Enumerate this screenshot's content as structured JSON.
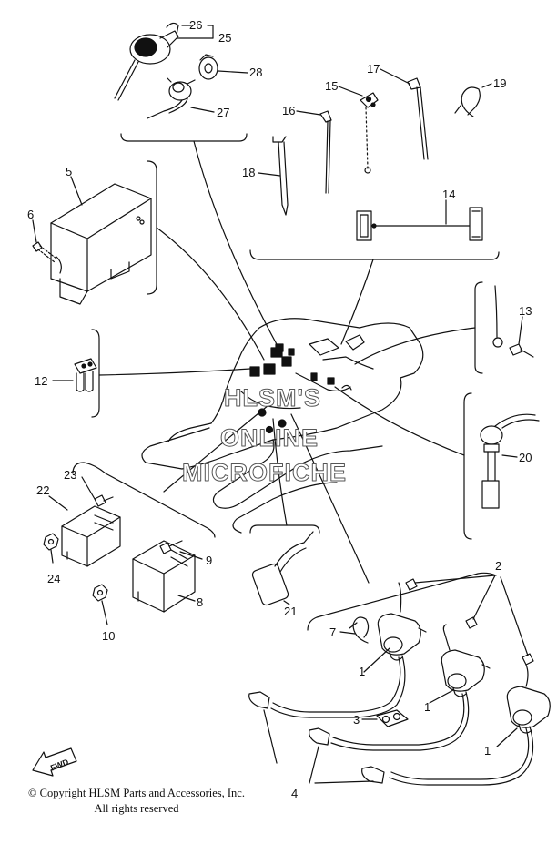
{
  "watermark": {
    "line1": "HLSM'S",
    "line2": "ONLINE",
    "line3": "MICROFICHE"
  },
  "copyright": {
    "line1": "© Copyright HLSM Parts and Accessories, Inc.",
    "line2": "All rights reserved"
  },
  "fwd_label": "FWD",
  "callouts": {
    "c1a": "1",
    "c1b": "1",
    "c1c": "1",
    "c2": "2",
    "c3": "3",
    "c4": "4",
    "c5": "5",
    "c6": "6",
    "c7": "7",
    "c8": "8",
    "c9": "9",
    "c10": "10",
    "c12": "12",
    "c13": "13",
    "c14": "14",
    "c15": "15",
    "c16": "16",
    "c17": "17",
    "c18": "18",
    "c19": "19",
    "c20": "20",
    "c21": "21",
    "c22": "22",
    "c23": "23",
    "c24": "24",
    "c25": "25",
    "c26": "26",
    "c27": "27",
    "c28": "28"
  }
}
